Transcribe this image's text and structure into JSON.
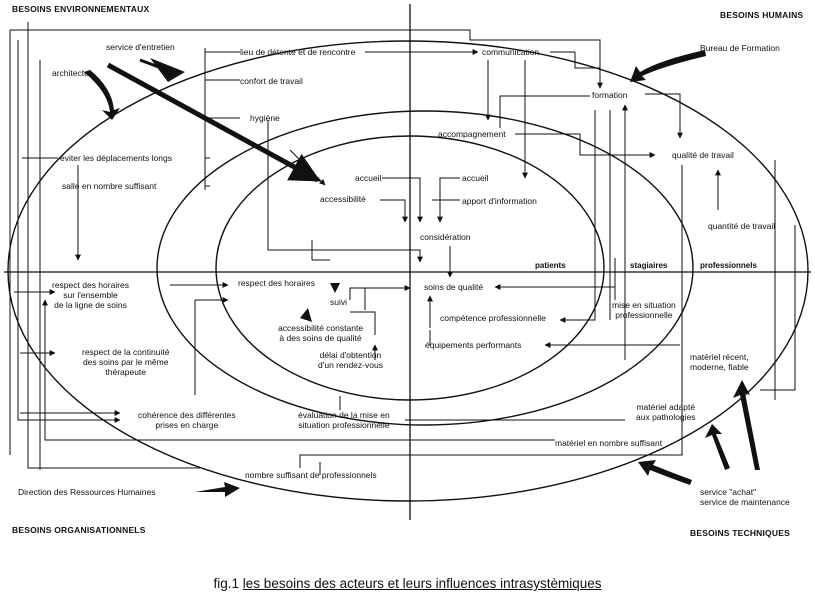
{
  "quadrants": {
    "top_left": "BESOINS ENVIRONNEMENTAUX",
    "top_right": "BESOINS HUMAINS",
    "bottom_left": "BESOINS ORGANISATIONNELS",
    "bottom_right": "BESOINS TECHNIQUES"
  },
  "rings": {
    "patients": "patients",
    "stagiaires": "stagiaires",
    "professionnels": "professionnels"
  },
  "actors": {
    "service_entretien": "service d'entretien",
    "architecte": "architecte",
    "bureau_formation": "Bureau de Formation",
    "drh": "Direction des Ressources Humaines",
    "service_achat": "service \"achat\"",
    "service_maintenance": "service de maintenance"
  },
  "needs": {
    "lieu_detente": "lieu de détente et de rencontre",
    "confort_travail": "confort de travail",
    "hygiene": "hygiène",
    "eviter_deplacements": "éviter les déplacements longs",
    "salle_nombre": "salle en nombre suffisant",
    "communication": "communication",
    "formation": "formation",
    "accompagnement": "accompagnement",
    "qualite_travail": "qualité de travail",
    "quantite_travail": "quantité de travail",
    "accueil_left": "accueil",
    "accessibilite": "accessibilité",
    "accueil_right": "accueil",
    "apport_information": "apport d'information",
    "consideration": "considération",
    "soins_qualite": "soins de qualité",
    "respect_horaires_ensemble": [
      "respect des horaires",
      "sur l'ensemble",
      "de la ligne de soins"
    ],
    "respect_horaires": "respect des horaires",
    "suivi": "suivi",
    "accessibilite_constante": [
      "accessibilité constante",
      "à des soins de qualité"
    ],
    "delai_obtention": [
      "délai d'obtention",
      "d'un rendez-vous"
    ],
    "competence_pro": "compétence professionnelle",
    "equipements": "équipements performants",
    "mise_situation": [
      "mise en situation",
      "professionnelle"
    ],
    "materiel_recent": [
      "matériel récent,",
      "moderne, fiable"
    ],
    "respect_continuite": [
      "respect de la continuité",
      "des soins par le même",
      "thérapeute"
    ],
    "coherence": [
      "cohérence des différentes",
      "prises en charge"
    ],
    "evaluation_mise": [
      "évaluation de la mise en",
      "situation professionnelle"
    ],
    "materiel_adapte": [
      "matériel adapté",
      "aux pathologies"
    ],
    "materiel_nombre": "matériel en nombre suffisant",
    "nombre_professionnels": "nombre suffisant de professionnels"
  },
  "caption": {
    "prefix": "fig.1 ",
    "title": "les besoins des acteurs et leurs influences intrasystèmiques"
  }
}
